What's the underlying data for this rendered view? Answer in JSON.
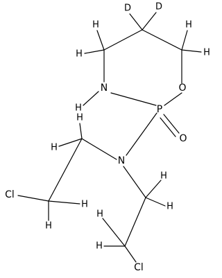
{
  "molecule": {
    "atoms": {
      "d1": "D",
      "d2": "D",
      "h1": "H",
      "h2": "H",
      "h3": "H",
      "h4": "H",
      "h5": "H",
      "h6": "H",
      "h7": "H",
      "h8": "H",
      "h9": "H",
      "h10": "H",
      "h11": "H",
      "h12": "H",
      "n_ring": "N",
      "o_ring": "O",
      "p": "P",
      "o_dbl": "O",
      "n_amine": "N",
      "cl1": "Cl",
      "cl2": "Cl"
    }
  }
}
